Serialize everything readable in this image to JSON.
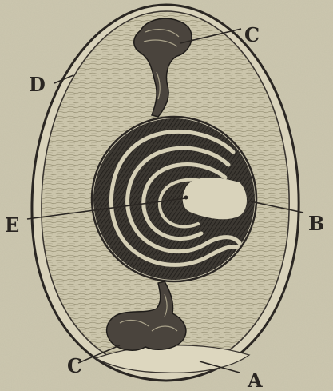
{
  "figure": {
    "labels": {
      "a": "A",
      "b": "B",
      "c_top": "C",
      "c_bottom": "C",
      "d": "D",
      "e": "E"
    }
  }
}
